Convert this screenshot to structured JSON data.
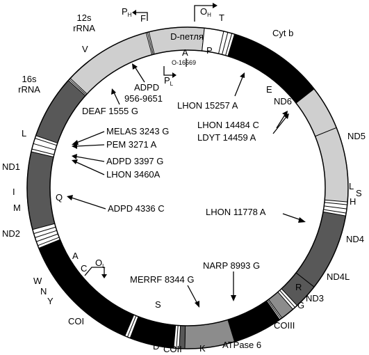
{
  "colors": {
    "black": "#000000",
    "dark": "#585858",
    "mid": "#8c8c8c",
    "light": "#cfcfcf",
    "white": "#ffffff"
  },
  "segments": [
    {
      "name": "cytb",
      "a0": 17,
      "a1": 52,
      "fill": "black"
    },
    {
      "name": "nd6",
      "a0": 52,
      "a1": 68,
      "fill": "light"
    },
    {
      "name": "nd5",
      "a0": 68,
      "a1": 95,
      "fill": "light"
    },
    {
      "name": "nd4",
      "a0": 100,
      "a1": 128,
      "fill": "dark"
    },
    {
      "name": "nd4l",
      "a0": 128,
      "a1": 137,
      "fill": "dark"
    },
    {
      "name": "nd3",
      "a0": 139,
      "a1": 144,
      "fill": "mid"
    },
    {
      "name": "coiii",
      "a0": 145,
      "a1": 163,
      "fill": "black"
    },
    {
      "name": "atp6",
      "a0": 163,
      "a1": 181,
      "fill": "mid"
    },
    {
      "name": "atp8",
      "a0": 181,
      "a1": 183,
      "fill": "dark"
    },
    {
      "name": "coii",
      "a0": 185,
      "a1": 201,
      "fill": "black"
    },
    {
      "name": "coi",
      "a0": 203,
      "a1": 248,
      "fill": "black"
    },
    {
      "name": "nd2",
      "a0": 255,
      "a1": 283,
      "fill": "dark"
    },
    {
      "name": "nd1",
      "a0": 289,
      "a1": 312,
      "fill": "dark"
    },
    {
      "name": "rrna16s",
      "a0": 313,
      "a1": 345,
      "fill": "light"
    },
    {
      "name": "rrna12s",
      "a0": 346,
      "a1": 366,
      "fill": "light"
    },
    {
      "name": "dloop",
      "a0": 366,
      "a1": 373,
      "fill": "white"
    }
  ],
  "trna_ticks": [
    16,
    14.5,
    96,
    97.5,
    99,
    138,
    144.5,
    184,
    202,
    249,
    250.5,
    252,
    253.5,
    284,
    286,
    288,
    312.5,
    345.5
  ],
  "labels": {
    "rrna12s": "12s\nrRNA",
    "rrna16s": "16s\nrRNA",
    "dloop": "D-петля",
    "cytb": "Cyt b",
    "nd6": "ND6",
    "nd5": "ND5",
    "nd4": "ND4",
    "nd4l": "ND4L",
    "nd3": "ND3",
    "coiii": "COIII",
    "atp6": "ATPase 6",
    "coii": "COII",
    "coi": "COI",
    "nd2": "ND2",
    "nd1": "ND1",
    "trna": {
      "F": "F",
      "T": "T",
      "P": "P",
      "V": "V",
      "E": "E",
      "L1": "L",
      "L2": "L",
      "S1": "S",
      "H": "H",
      "I": "I",
      "Q": "Q",
      "M": "M",
      "A": "A",
      "C": "C",
      "W": "W",
      "N": "N",
      "Y": "Y",
      "S2": "S",
      "D": "D",
      "K": "K",
      "R": "R",
      "G": "G",
      "A_dloop": "A"
    },
    "promoters": {
      "ph": "P",
      "ph_sub": "H",
      "pl": "P",
      "pl_sub": "L",
      "oh": "O",
      "oh_sub": "H",
      "ol": "O",
      "ol_sub": "L"
    },
    "origin": "O-16569"
  },
  "mutations": {
    "adpd_956": "ADPD",
    "adpd_956_pos": "956-9651",
    "deaf": "DEAF 1555 G",
    "melas": "MELAS 3243 G",
    "pem": "PEM 3271 A",
    "adpd_3397": "ADPD 3397 G",
    "lhon_3460": "LHON 3460A",
    "adpd_4336": "ADPD 4336 C",
    "lhon_15257": "LHON 15257 A",
    "lhon_14484": "LHON 14484 C",
    "ldyt_14459": "LDYT 14459 A",
    "lhon_11778": "LHON 11778 A",
    "narp": "NARP 8993 G",
    "merrf": "MERRF 8344 G"
  }
}
